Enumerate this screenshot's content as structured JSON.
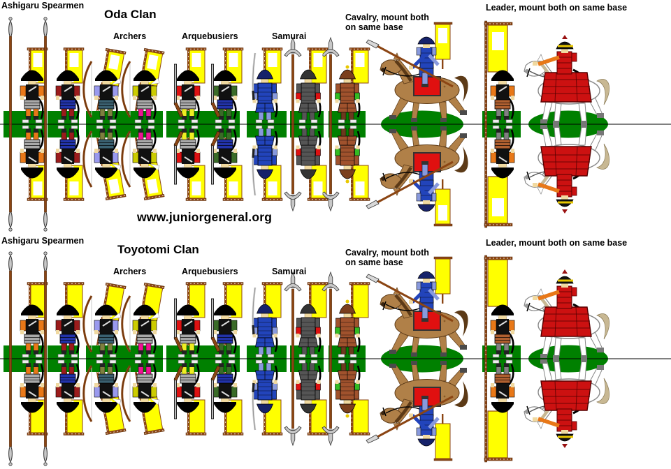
{
  "site": {
    "watermark": "www.juniorgeneral.org"
  },
  "labels": {
    "spearmen": "Ashigaru Spearmen",
    "archers": "Archers",
    "arquebusiers": "Arquebusiers",
    "samurai": "Samurai",
    "cavalry_note": "Cavalry, mount both\non same base",
    "leader_note": "Leader, mount both on same base"
  },
  "sections": [
    {
      "clan_title": "Oda Clan",
      "banner_style": "yellow nobori with white window",
      "units": [
        {
          "name": "Ashigaru Spearmen",
          "count": 2
        },
        {
          "name": "Archers",
          "count": 2
        },
        {
          "name": "Arquebusiers",
          "count": 2
        },
        {
          "name": "Samurai",
          "count": 3
        },
        {
          "name": "Cavalry (rider on horse, mount both on same base)",
          "count": 1
        },
        {
          "name": "Standard bearer",
          "count": 1
        },
        {
          "name": "Leader (mounted, mount both on same base)",
          "count": 1
        }
      ]
    },
    {
      "clan_title": "Toyotomi Clan",
      "banner_style": "solid yellow nobori",
      "units": [
        {
          "name": "Ashigaru Spearmen",
          "count": 2
        },
        {
          "name": "Archers",
          "count": 2
        },
        {
          "name": "Arquebusiers",
          "count": 2
        },
        {
          "name": "Samurai",
          "count": 3
        },
        {
          "name": "Cavalry (rider on horse, mount both on same base)",
          "count": 1
        },
        {
          "name": "Standard bearer",
          "count": 1
        },
        {
          "name": "Leader (mounted, mount both on same base)",
          "count": 1
        }
      ]
    }
  ],
  "palette": {
    "base_green": "#008000",
    "flag_yellow": "#FFFF00",
    "pole_brown": "#8B4513",
    "skin": "#F0D9A0",
    "armor_gray": "#A9A9A9",
    "orange": "#E87818",
    "maroon": "#9B1C1C",
    "royal_blue": "#2233AA",
    "lavender": "#9999EE",
    "olive": "#7F7F3F",
    "dark_yellow": "#CCCC00",
    "magenta": "#EE1493",
    "red": "#DD1111",
    "pants_yellow": "#EEEE22",
    "dark_green": "#3A6B28",
    "samurai_blue": "#2244BB",
    "samurai_gray": "#555555",
    "russet": "#A0522D",
    "horse_brown": "#B08048",
    "horse_dark": "#5C3A17",
    "saddle_red": "#E01010",
    "leader_red": "#CC1111",
    "tail_tan": "#C8B893"
  }
}
